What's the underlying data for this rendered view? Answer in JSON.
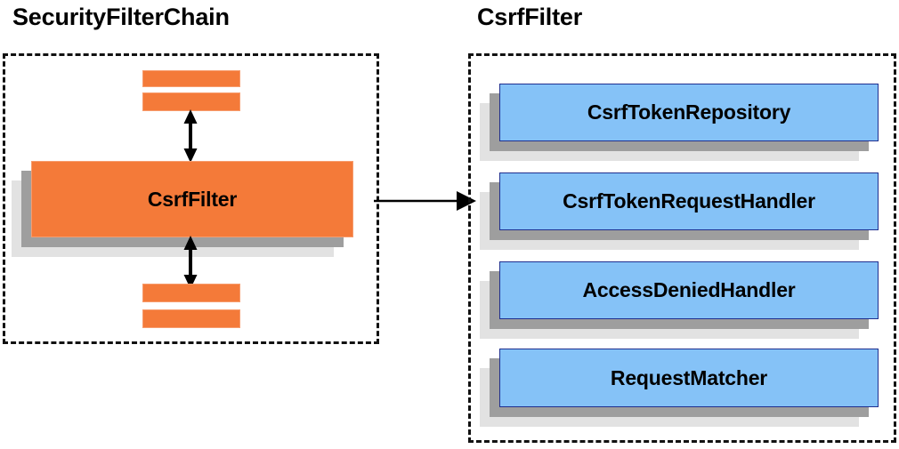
{
  "diagram": {
    "title_left": "SecurityFilterChain",
    "title_right": "CsrfFilter",
    "groups": {
      "securityfilterchain": {
        "label": "SecurityFilterChain",
        "filter_component": "CsrfFilter",
        "bars_above": 2,
        "bars_below": 2
      },
      "csrffilter": {
        "label": "CsrfFilter",
        "components": [
          "CsrfTokenRepository",
          "CsrfTokenRequestHandler",
          "AccessDeniedHandler",
          "RequestMatcher"
        ]
      }
    },
    "connectors": {
      "chain_to_filter": "arrow-right",
      "filter_to_previous": "arrow-up-down",
      "filter_to_next": "arrow-up-down"
    },
    "colors": {
      "orange_fill": "#f47a39",
      "orange_border": "#f79c6d",
      "blue_fill": "#85c2f7",
      "blue_border": "#1f2f8f",
      "shadow_near": "#9e9e9e",
      "shadow_far": "#e2e2e2",
      "outline": "#111111",
      "text": "#000000",
      "background": "#ffffff"
    }
  }
}
